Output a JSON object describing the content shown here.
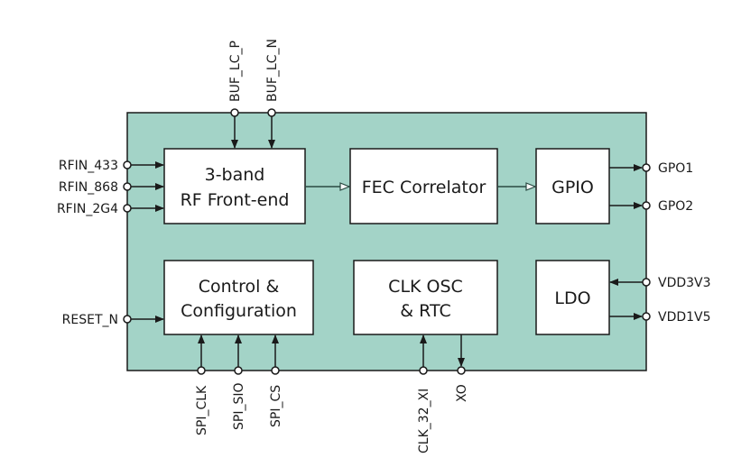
{
  "colors": {
    "chip_fill": "#a3d3c7",
    "block_fill": "#ffffff",
    "line": "#1a1a1a"
  },
  "blocks": {
    "rf": [
      "3-band",
      "RF Front-end"
    ],
    "fec": [
      "FEC Correlator"
    ],
    "gpio": [
      "GPIO"
    ],
    "ctrl": [
      "Control &",
      "Configuration"
    ],
    "clk": [
      "CLK OSC",
      "& RTC"
    ],
    "ldo": [
      "LDO"
    ]
  },
  "pins": {
    "buf_lc_p": "BUF_LC_P",
    "buf_lc_n": "BUF_LC_N",
    "rfin_433": "RFIN_433",
    "rfin_868": "RFIN_868",
    "rfin_2g4": "RFIN_2G4",
    "reset_n": "RESET_N",
    "spi_clk": "SPI_CLK",
    "spi_sio": "SPI_SIO",
    "spi_cs": "SPI_CS",
    "clk_32_xi": "CLK_32_XI",
    "xo": "XO",
    "gpo1": "GPO1",
    "gpo2": "GPO2",
    "vdd3v3": "VDD3V3",
    "vdd1v5": "VDD1V5"
  }
}
